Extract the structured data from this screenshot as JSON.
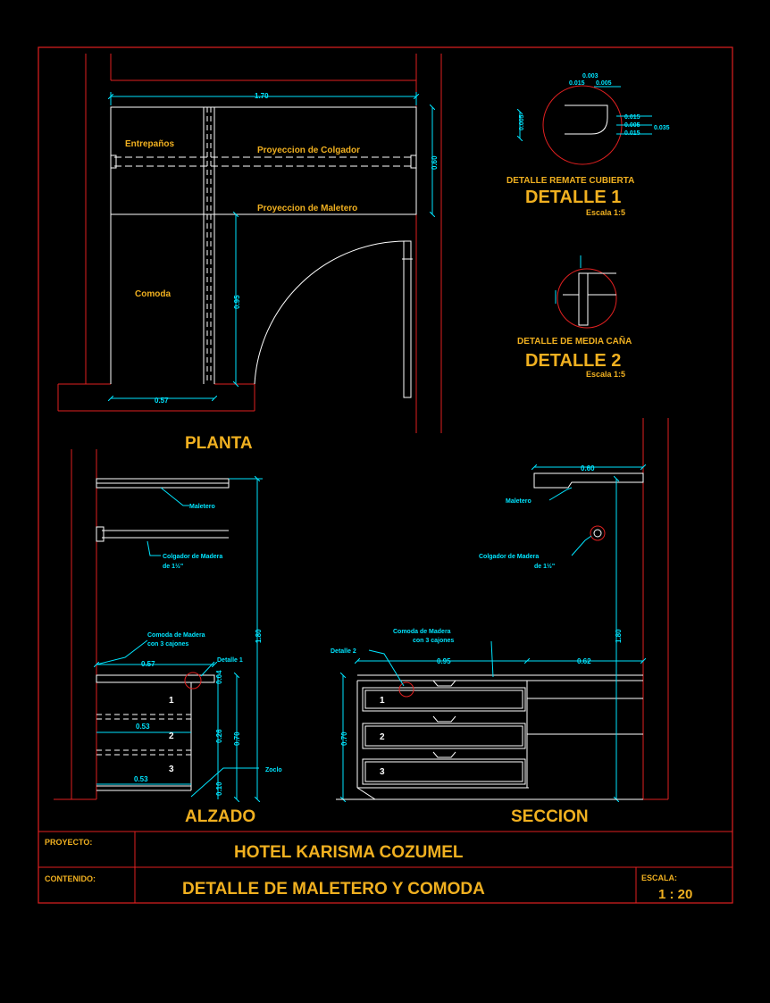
{
  "colors": {
    "background": "#000000",
    "frame": "#e02020",
    "dimension": "#00e5ff",
    "title_text": "#f0b020",
    "wall": "#e02020",
    "furniture": "#ffffff"
  },
  "planta": {
    "title": "PLANTA",
    "labels": {
      "entrepanos": "Entrepaños",
      "proy_colgador": "Proyeccion de Colgador",
      "proy_maletero": "Proyeccion de Maletero",
      "comoda": "Comoda"
    },
    "dims": {
      "width": "1.70",
      "depth": "0.60",
      "comoda_len": "0.95",
      "comoda_w": "0.57"
    }
  },
  "detalle1": {
    "caption": "DETALLE REMATE CUBIERTA",
    "title": "DETALLE 1",
    "scale": "Escala 1:5",
    "dims": [
      "0.003",
      "0.015",
      "0.005",
      "0.015",
      "0.005",
      "0.015",
      "0.035",
      "0.005"
    ]
  },
  "detalle2": {
    "caption": "DETALLE DE MEDIA CAÑA",
    "title": "DETALLE 2",
    "scale": "Escala 1:5"
  },
  "alzado": {
    "title": "ALZADO",
    "labels": {
      "maletero": "Maletero",
      "colgador_line1": "Colgador de Madera",
      "colgador_line2": "de 1½\"",
      "comoda_line1": "Comoda de Madera",
      "comoda_line2": "con 3 cajones",
      "detalle": "Detalle 1",
      "zoclo": "Zoclo"
    },
    "dims": {
      "top_w": "0.57",
      "mid_w": "0.53",
      "bottom_w": "0.53",
      "height": "1.80",
      "comoda_h": "0.70",
      "a": "0.04",
      "b": "0.26",
      "c": "0.10"
    },
    "drawers": [
      "1",
      "2",
      "3"
    ]
  },
  "seccion": {
    "title": "SECCION",
    "labels": {
      "maletero": "Maletero",
      "colgador_line1": "Colgador de Madera",
      "colgador_line2": "de 1½\"",
      "comoda_line1": "Comoda de Madera",
      "comoda_line2": "con 3 cajones",
      "detalle": "Detalle 2"
    },
    "dims": {
      "top": "0.60",
      "comoda_w": "0.95",
      "rest_w": "0.62",
      "height": "1.80",
      "comoda_h": "0.70"
    },
    "drawers": [
      "1",
      "2",
      "3"
    ]
  },
  "title_block": {
    "project_label": "PROYECTO:",
    "project_value": "HOTEL KARISMA COZUMEL",
    "content_label": "CONTENIDO:",
    "content_value": "DETALLE DE MALETERO Y COMODA",
    "scale_label": "ESCALA:",
    "scale_value": "1 : 20"
  }
}
